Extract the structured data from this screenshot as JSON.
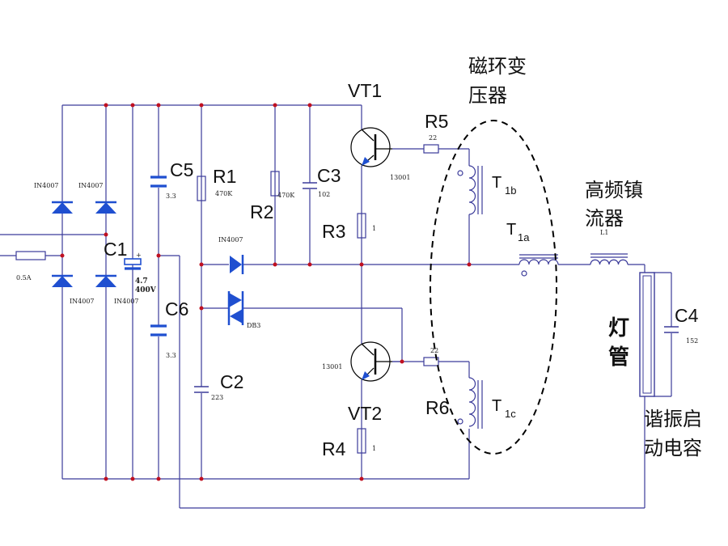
{
  "fuse": {
    "value": "0.5A"
  },
  "diodes": {
    "d1": "IN4007",
    "d2": "IN4007",
    "d3": "IN4007",
    "d4": "IN4007",
    "d5": "IN4007",
    "diac": "DB3"
  },
  "caps": {
    "c1": {
      "name": "C1",
      "value_line1": "4.7",
      "value_line2": "400V"
    },
    "c2": {
      "name": "C2",
      "value": "223"
    },
    "c3": {
      "name": "C3",
      "value": "102"
    },
    "c4": {
      "name": "C4",
      "value": "152"
    },
    "c5": {
      "name": "C5",
      "value": "3.3"
    },
    "c6": {
      "name": "C6",
      "value": "3.3"
    }
  },
  "resistors": {
    "r1": {
      "name": "R1",
      "value": "470K"
    },
    "r2": {
      "name": "R2",
      "value": "470K"
    },
    "r3": {
      "name": "R3",
      "value": "1"
    },
    "r4": {
      "name": "R4",
      "value": "1"
    },
    "r5": {
      "name": "R5",
      "value": "22"
    },
    "r6": {
      "name": "R6",
      "value": "22"
    }
  },
  "transistors": {
    "vt1": {
      "name": "VT1",
      "model": "13001"
    },
    "vt2": {
      "name": "VT2",
      "model": "13001"
    }
  },
  "transformer": {
    "title_line1": "磁环变",
    "title_line2": "压器",
    "t1a": {
      "name": "T",
      "sub": "1a"
    },
    "t1b": {
      "name": "T",
      "sub": "1b"
    },
    "t1c": {
      "name": "T",
      "sub": "1c"
    }
  },
  "ballast": {
    "title_line1": "高频镇",
    "title_line2": "流器",
    "inductor": "L1"
  },
  "lamp": {
    "line1": "灯",
    "line2": "管"
  },
  "resonant_cap": {
    "line1": "谐振启",
    "line2": "动电容"
  }
}
